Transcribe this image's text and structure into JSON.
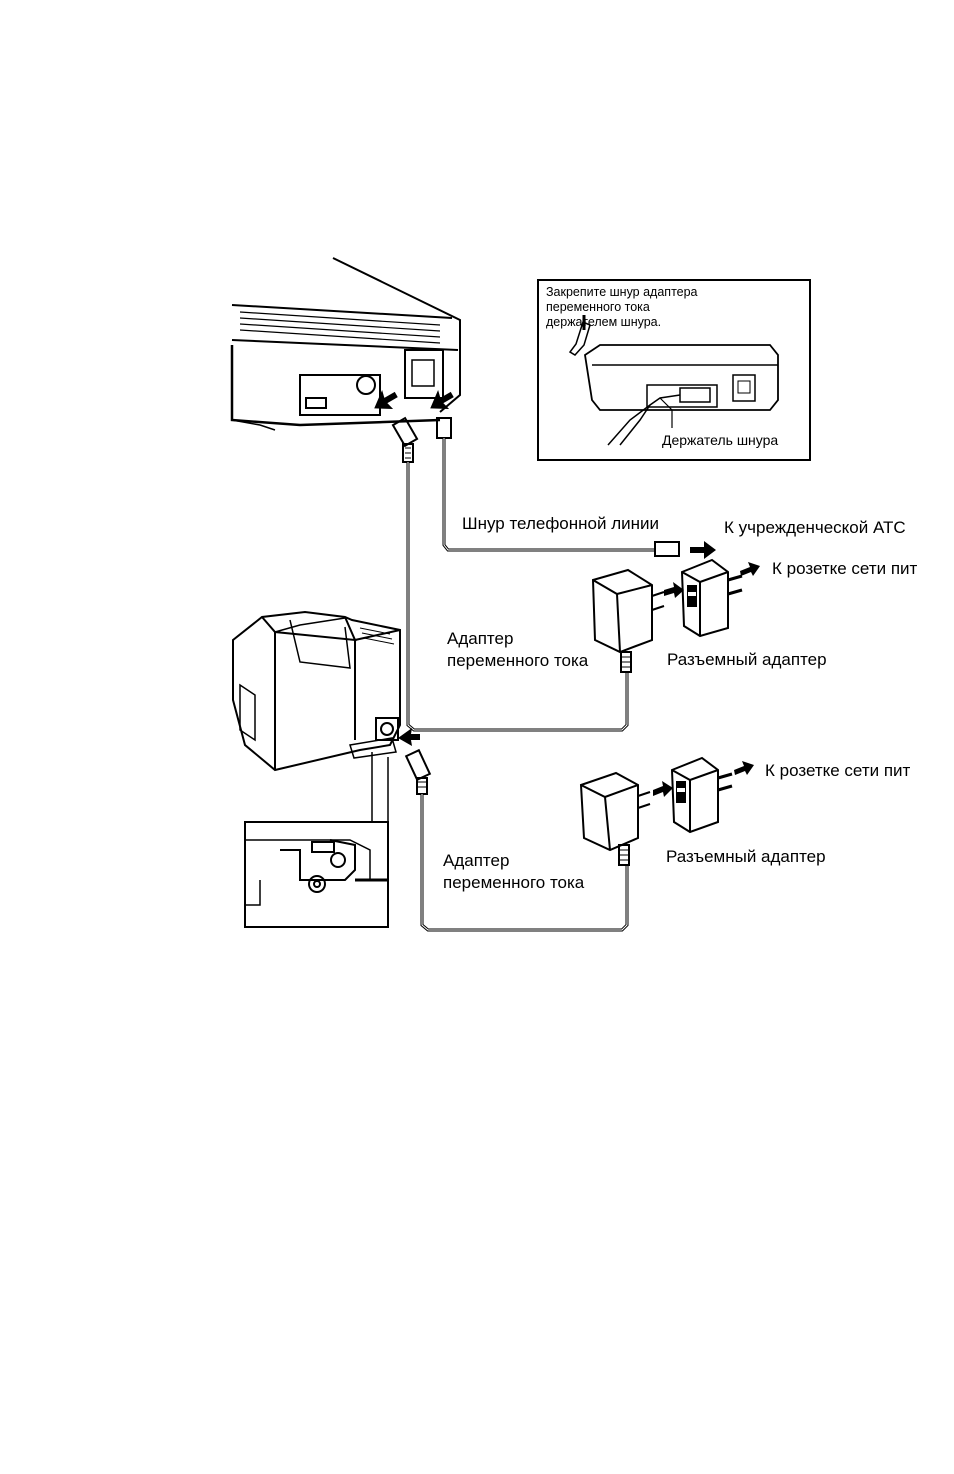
{
  "inset": {
    "caption_lines": [
      "Закрепите шнур адаптера",
      "переменного тока",
      "держателем шнура."
    ],
    "holder_label": "Держатель шнура"
  },
  "labels": {
    "line_cord": "Шнур телефонной линии",
    "to_pbx": "К учрежденческой АТС",
    "to_outlet_1": "К розетке сети пит",
    "to_outlet_2": "К розетке сети пит",
    "ac_adapter_1_line1": "Адаптер",
    "ac_adapter_1_line2": "переменного тока",
    "ac_adapter_2_line1": "Адаптер",
    "ac_adapter_2_line2": "переменного тока",
    "plug_adapter_1": "Разъемный адаптер",
    "plug_adapter_2": "Разъемный адаптер"
  }
}
